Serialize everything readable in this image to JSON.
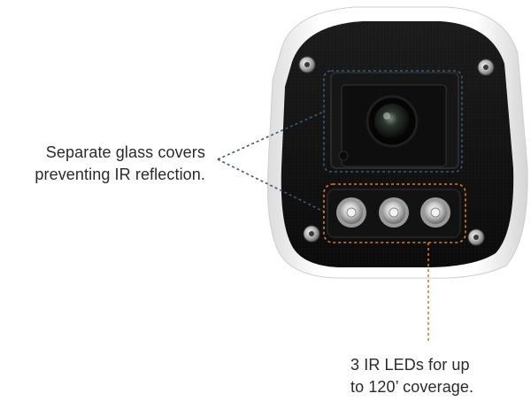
{
  "callouts": {
    "glass": {
      "line1": "Separate glass covers",
      "line2": "preventing IR reflection.",
      "color": "#3a5a78"
    },
    "ir": {
      "line1": "3 IR LEDs for up",
      "line2": "to 120’ coverage.",
      "color": "#e07a24"
    }
  },
  "camera": {
    "body_color": "#111111",
    "shell_color": "#f2f2f2",
    "screw_count": 4,
    "ir_led_count": 3
  }
}
